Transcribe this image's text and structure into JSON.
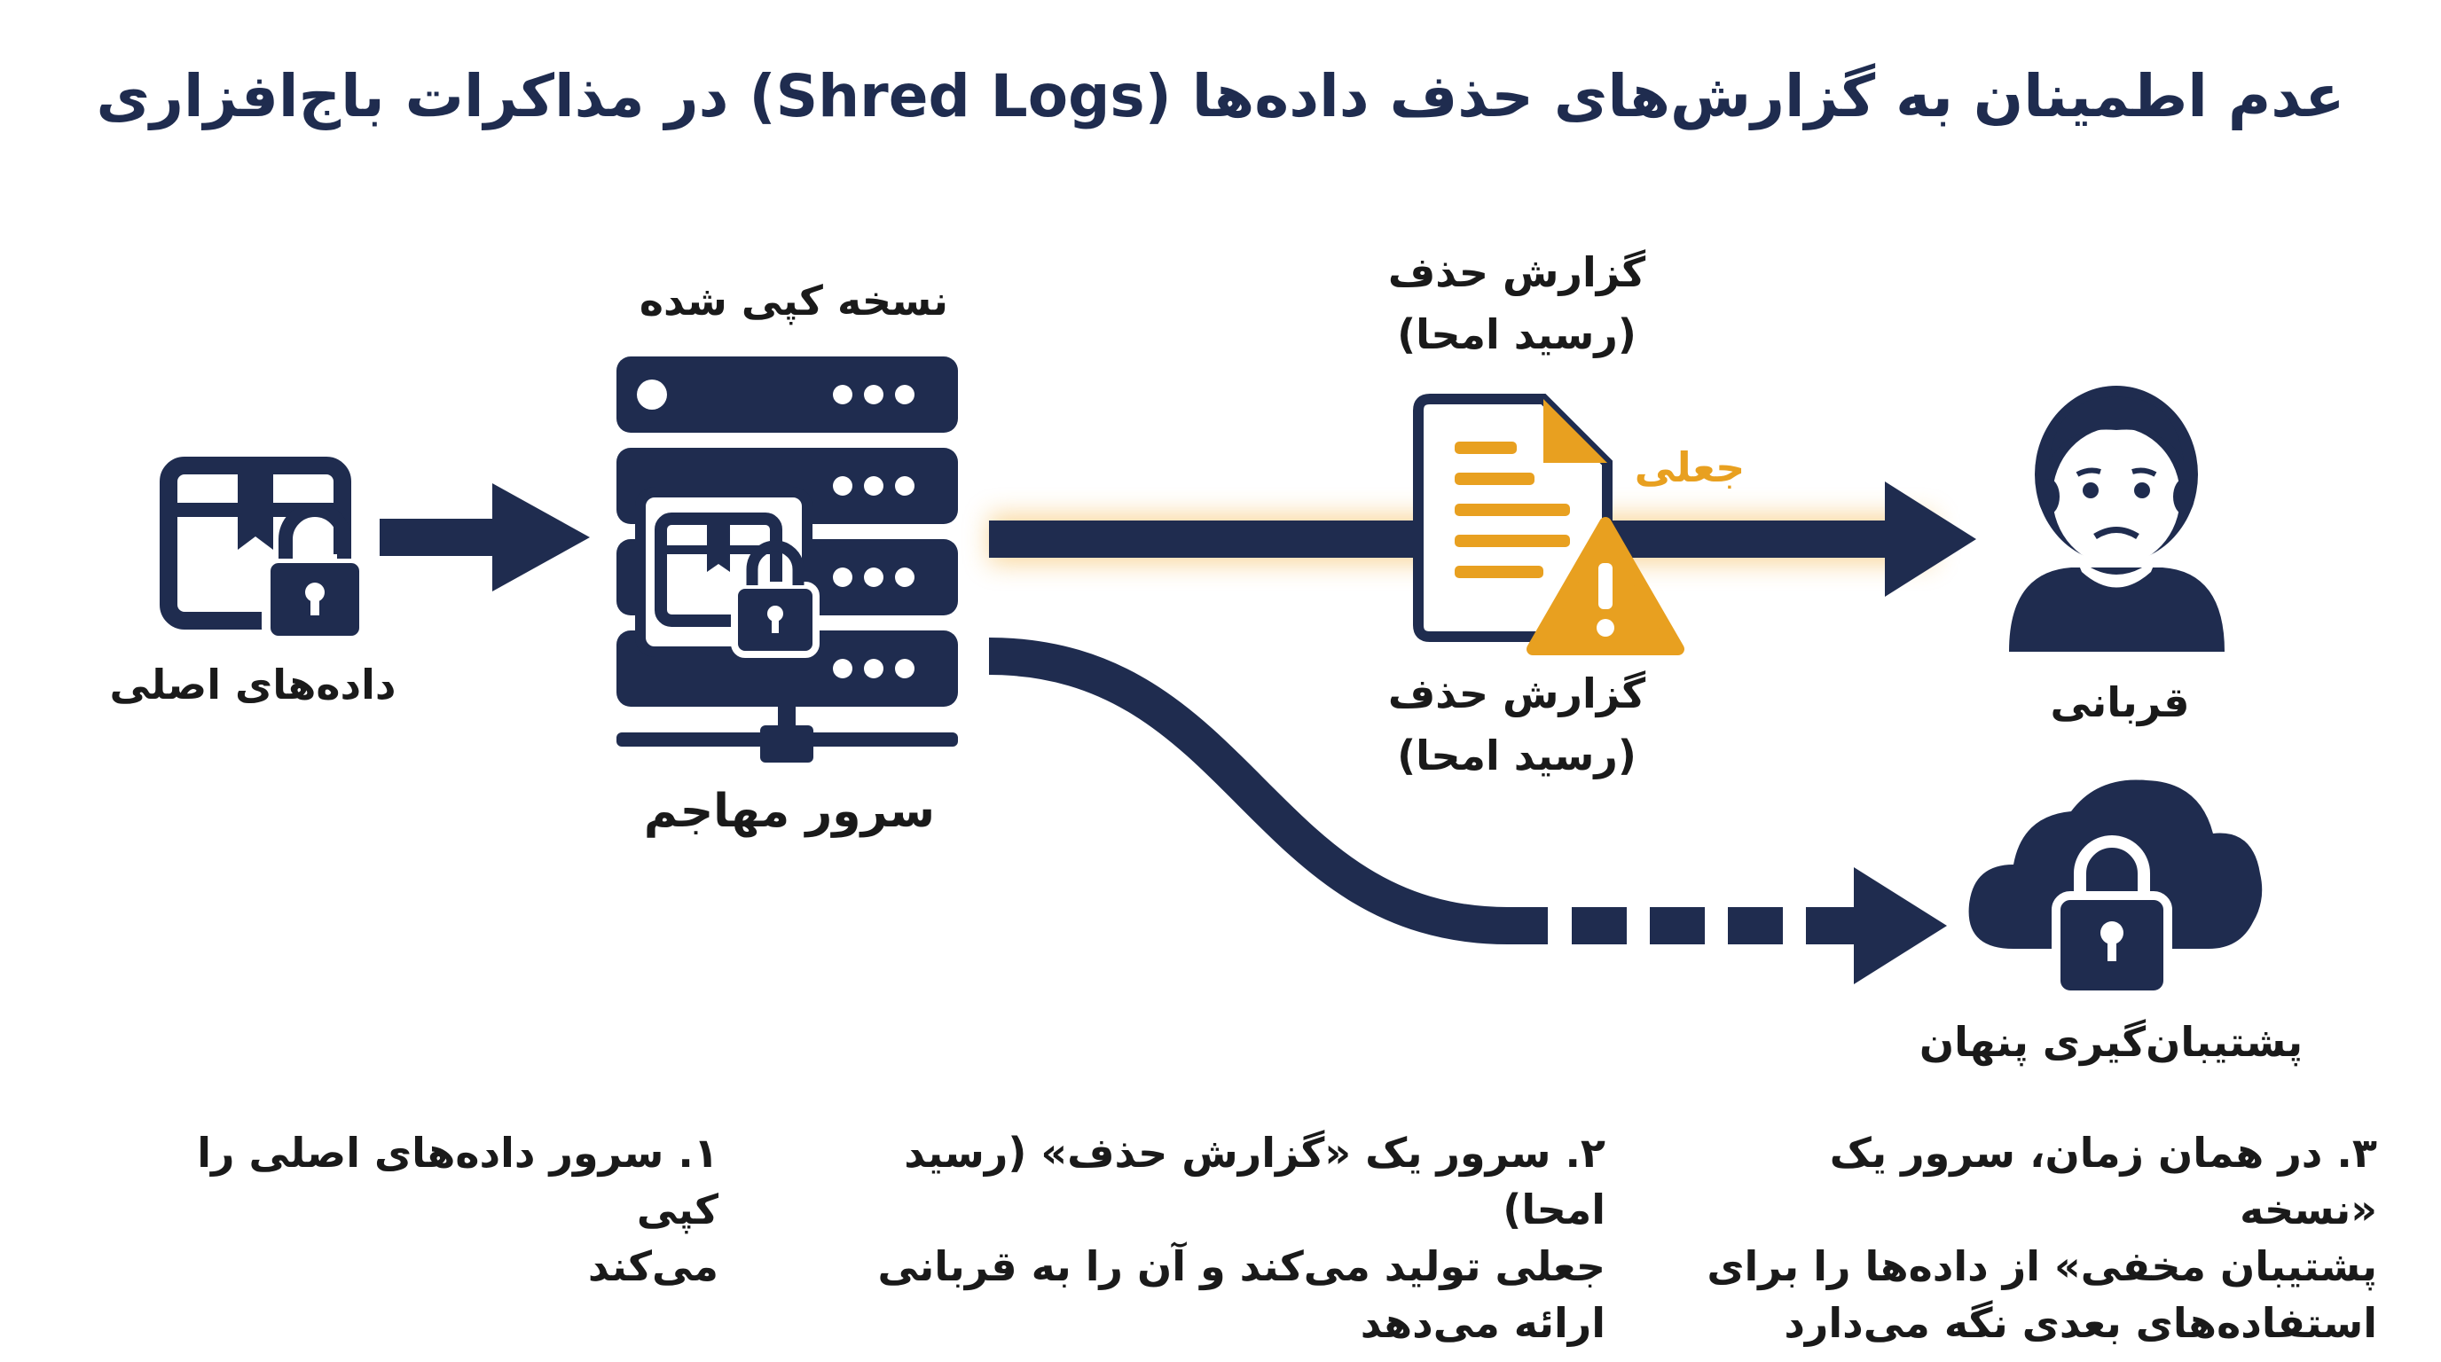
{
  "title": "عدم اطمینان به گزارش‌های حذف داده‌ها (Shred Logs) در مذاکرات باج‌افزاری",
  "nodes": {
    "original_data": "داده‌های اصلی",
    "copied_version": "نسخه کپی شده",
    "attacker_server": "سرور مهاجم",
    "deletion_report_top_line1": "گزارش حذف",
    "deletion_report_top_line2": "(رسید امحا)",
    "fake_label": "جعلی",
    "deletion_report_bottom_line1": "گزارش حذف",
    "deletion_report_bottom_line2": "(رسید امحا)",
    "victim": "قربانی",
    "hidden_backup": "پشتیبان‌گیری پنهان"
  },
  "steps": [
    {
      "line1": "۱. سرور داده‌های اصلی را کپی",
      "line2": "می‌کند",
      "line3": ""
    },
    {
      "line1": "۲. سرور یک «گزارش حذف» (رسید امحا)",
      "line2": "جعلی تولید می‌کند و آن را به قربانی",
      "line3": "ارائه می‌دهد"
    },
    {
      "line1": "۳. در همان زمان، سرور یک «نسخه",
      "line2": "پشتیبان مخفی» از داده‌ها را برای",
      "line3": "استفاده‌های بعدی نگه می‌دارد"
    }
  ],
  "colors": {
    "navy": "#1f2c4f",
    "orange": "#e8a020",
    "glow": "#f6c36b"
  }
}
